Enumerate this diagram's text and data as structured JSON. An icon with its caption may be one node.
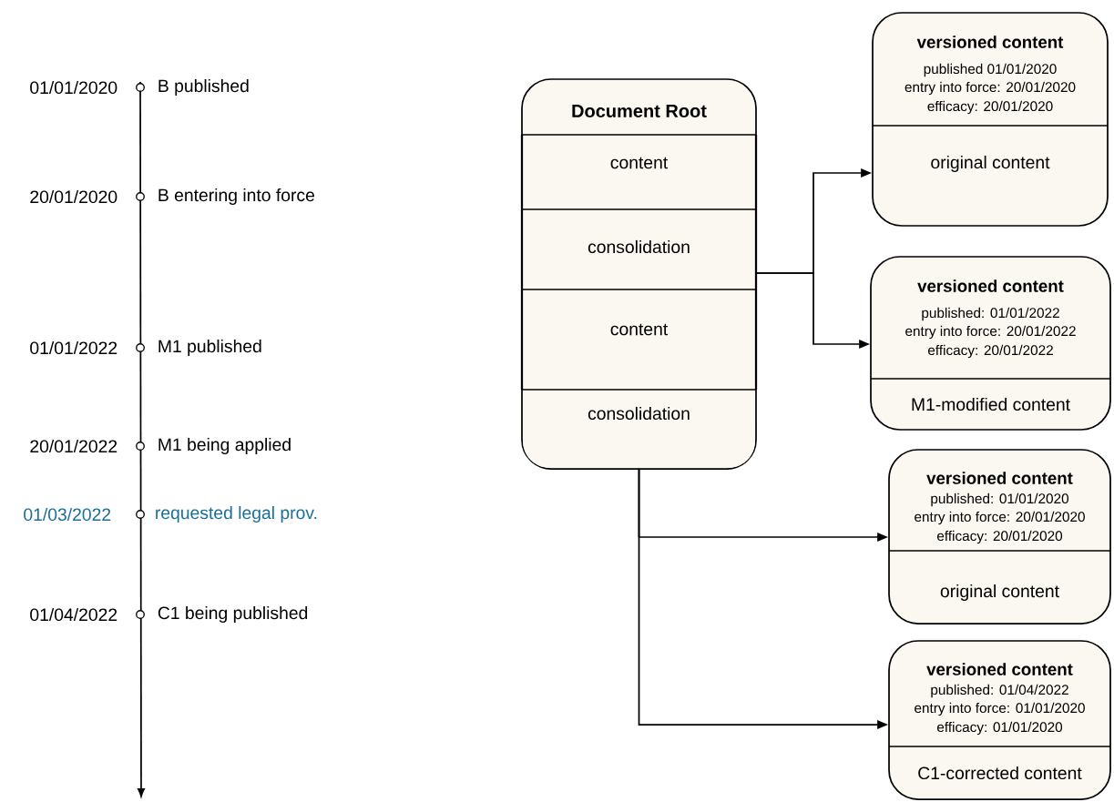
{
  "diagram": {
    "nodes": [
      {
        "text": [
          "Document Root"
        ]
      },
      {
        "text": [
          "content"
        ],
        "in": 0
      },
      {
        "text": [
          "consolidation"
        ],
        "in": 0
      },
      {
        "text": [
          "content"
        ],
        "in": 0
      },
      {
        "text": [
          "consolidation"
        ],
        "in": 0
      },
      {
        "text": [
          "versioned content",
          "published 01/01/2020",
          "entry into force: 20/01/2020",
          "efficacy: 20/01/2020",
          "original content"
        ]
      },
      {
        "text": [
          "versioned content",
          "published: 01/01/2022",
          "entry into force: 20/01/2022",
          "efficacy: 20/01/2022",
          "M1-modified content"
        ]
      },
      {
        "text": [
          "versioned content",
          "published: 01/01/2020",
          "entry into force: 20/01/2020",
          "efficacy: 20/01/2020",
          "original content"
        ]
      },
      {
        "text": [
          "versioned content",
          "published: 01/04/2022",
          "entry into force: 01/01/2020",
          "efficacy: 01/01/2020",
          "C1-corrected content"
        ]
      }
    ],
    "edges": [
      {
        "from": 2,
        "to": 5,
        "arrow": "to"
      },
      {
        "from": 2,
        "to": 6,
        "arrow": "to"
      },
      {
        "from": 4,
        "to": 7,
        "arrow": "to"
      },
      {
        "from": 4,
        "to": 8,
        "arrow": "to"
      }
    ],
    "labels": [
      "01/01/2020",
      "B published",
      "20/01/2020",
      "B entering into force",
      "01/01/2022",
      "M1 published",
      "20/01/2022",
      "M1 being applied",
      "01/03/2022",
      "requested legal prov.",
      "01/04/2022",
      "C1 being published"
    ]
  }
}
